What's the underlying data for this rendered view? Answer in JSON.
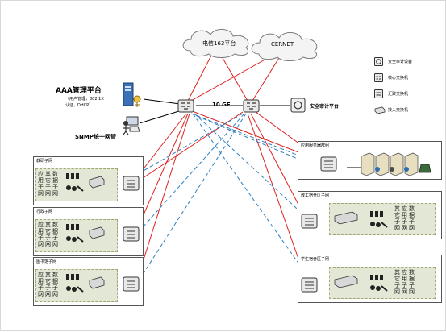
{
  "clouds": {
    "telecom": "电信163平台",
    "cernet": "CERNET"
  },
  "aaa": {
    "title": "AAA管理平台",
    "desc_line1": "（用户管理，802.1X",
    "desc_line2": "认证，DHCP）"
  },
  "snmp": {
    "title": "SNMP统一网管"
  },
  "link_core": "10 GE",
  "audit": {
    "title": "安全审计平台"
  },
  "legend": {
    "items": [
      {
        "label": "安全审计设备",
        "icon": "audit-device-icon"
      },
      {
        "label": "核心交换机",
        "icon": "core-switch-icon"
      },
      {
        "label": "汇聚交换机",
        "icon": "aggregation-switch-icon"
      },
      {
        "label": "接入交换机",
        "icon": "access-switch-icon"
      }
    ]
  },
  "subnets": {
    "teaching": {
      "title": "教研子网",
      "col1": "应用子网",
      "col2": "其它子网",
      "col3": "数据子网"
    },
    "admin": {
      "title": "行政子网",
      "col1": "应用子网",
      "col2": "其它子网",
      "col3": "数据子网"
    },
    "library": {
      "title": "图书馆子网",
      "col1": "应用子网",
      "col2": "其它子网",
      "col3": "数据子网"
    },
    "server": {
      "title": "应用服务器群组"
    },
    "faculty_dorm": {
      "title": "教工宿舍区子网",
      "col1": "其它子网",
      "col2": "应用子网",
      "col3": "数据子网"
    },
    "student_dorm": {
      "title": "学生宿舍区子网",
      "col1": "其它子网",
      "col2": "应用子网",
      "col3": "数据子网"
    }
  },
  "colors": {
    "trunk": "#e02020",
    "backup": "#2f7fc0",
    "cloud": "#7a7a7a"
  }
}
